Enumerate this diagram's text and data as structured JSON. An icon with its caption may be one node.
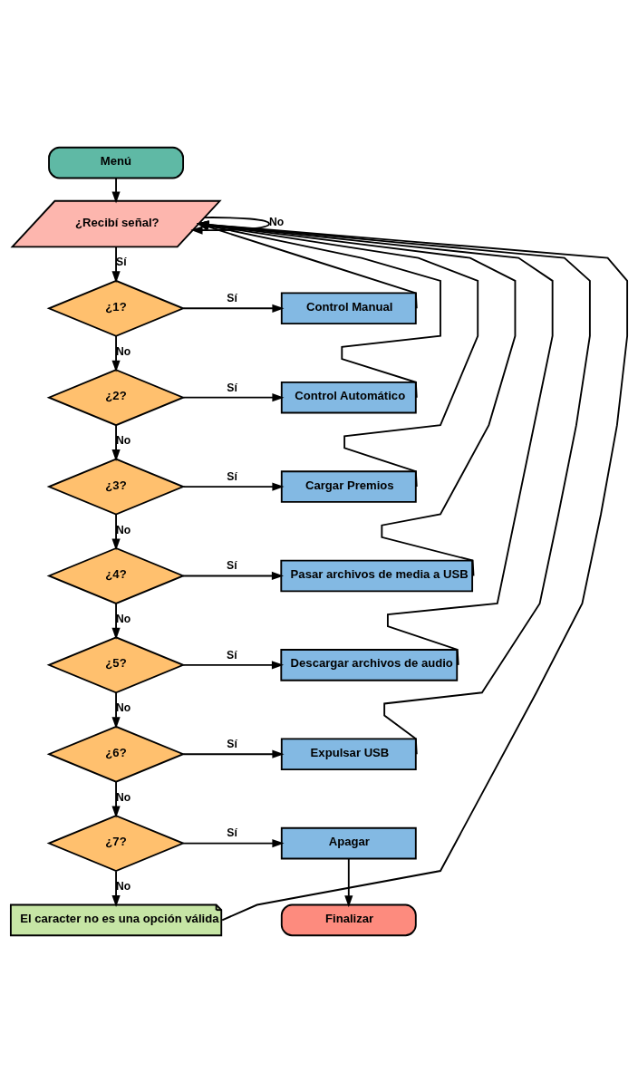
{
  "diagram": {
    "nodes": [
      {
        "text": [
          "Menú"
        ]
      },
      {
        "text": [
          "¿Recibí señal?"
        ]
      },
      {
        "text": [
          "¿1?"
        ]
      },
      {
        "text": [
          "¿2?"
        ]
      },
      {
        "text": [
          "¿3?"
        ]
      },
      {
        "text": [
          "¿4?"
        ]
      },
      {
        "text": [
          "¿5?"
        ]
      },
      {
        "text": [
          "¿6?"
        ]
      },
      {
        "text": [
          "¿7?"
        ]
      },
      {
        "text": [
          "Control Manual"
        ]
      },
      {
        "text": [
          "Control Automático"
        ]
      },
      {
        "text": [
          "Cargar Premios"
        ]
      },
      {
        "text": [
          "Pasar archivos de media a USB"
        ]
      },
      {
        "text": [
          "Descargar archivos de audio"
        ]
      },
      {
        "text": [
          "Expulsar USB"
        ]
      },
      {
        "text": [
          "Apagar"
        ]
      },
      {
        "text": [
          "El caracter no es una opción válida"
        ]
      },
      {
        "text": [
          "Finalizar"
        ]
      }
    ],
    "edges": [
      {
        "from": 0,
        "to": 1,
        "arrow": "to"
      },
      {
        "from": 1,
        "to": 1,
        "arrow": "to",
        "label": "No"
      },
      {
        "from": 1,
        "to": 2,
        "arrow": "to",
        "label": "Sí"
      },
      {
        "from": 2,
        "to": 9,
        "arrow": "to",
        "label": "Sí"
      },
      {
        "from": 2,
        "to": 3,
        "arrow": "to",
        "label": "No"
      },
      {
        "from": 3,
        "to": 10,
        "arrow": "to",
        "label": "Sí"
      },
      {
        "from": 3,
        "to": 4,
        "arrow": "to",
        "label": "No"
      },
      {
        "from": 4,
        "to": 11,
        "arrow": "to",
        "label": "Sí"
      },
      {
        "from": 4,
        "to": 5,
        "arrow": "to",
        "label": "No"
      },
      {
        "from": 5,
        "to": 12,
        "arrow": "to",
        "label": "Sí"
      },
      {
        "from": 5,
        "to": 6,
        "arrow": "to",
        "label": "No"
      },
      {
        "from": 6,
        "to": 13,
        "arrow": "to",
        "label": "Sí"
      },
      {
        "from": 6,
        "to": 7,
        "arrow": "to",
        "label": "No"
      },
      {
        "from": 7,
        "to": 14,
        "arrow": "to",
        "label": "Sí"
      },
      {
        "from": 7,
        "to": 8,
        "arrow": "to",
        "label": "No"
      },
      {
        "from": 8,
        "to": 15,
        "arrow": "to",
        "label": "Sí"
      },
      {
        "from": 8,
        "to": 16,
        "arrow": "to",
        "label": "No"
      },
      {
        "from": 9,
        "to": 1,
        "arrow": "to"
      },
      {
        "from": 10,
        "to": 1,
        "arrow": "to"
      },
      {
        "from": 11,
        "to": 1,
        "arrow": "to"
      },
      {
        "from": 12,
        "to": 1,
        "arrow": "to"
      },
      {
        "from": 13,
        "to": 1,
        "arrow": "to"
      },
      {
        "from": 14,
        "to": 1,
        "arrow": "to"
      },
      {
        "from": 16,
        "to": 1,
        "arrow": "to"
      },
      {
        "from": 15,
        "to": 17,
        "arrow": "to"
      }
    ]
  }
}
